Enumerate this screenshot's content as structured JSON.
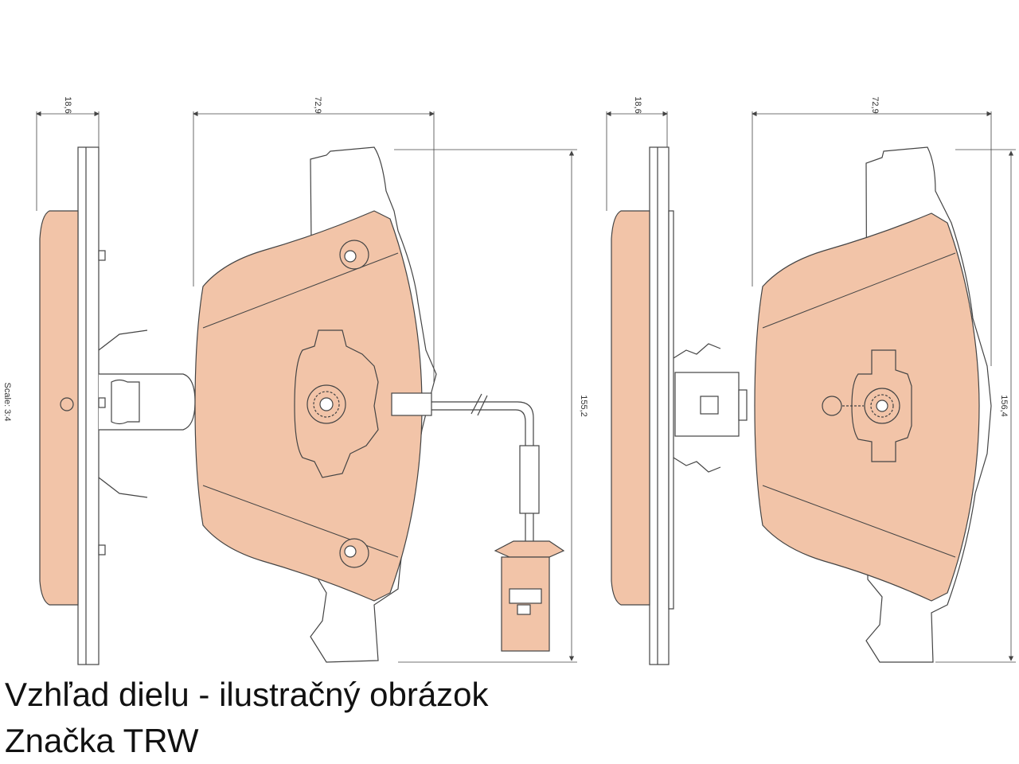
{
  "drawing": {
    "pad_color": "#F2C4A8",
    "line_color": "#444444",
    "scale_label": "Scale: 3:4",
    "left_pad": {
      "thickness_label": "18,6",
      "width_label": "72,9",
      "height_label": "155,2"
    },
    "right_pad": {
      "thickness_label": "18,6",
      "width_label": "72,9",
      "height_label": "156,4"
    },
    "icons": [
      "brake-pad-side-view",
      "brake-pad-front-view",
      "wear-sensor-cable",
      "sensor-connector",
      "retaining-clip"
    ]
  },
  "captions": {
    "line1": "Vzhľad dielu - ilustračný obrázok",
    "line2": "Značka TRW"
  }
}
